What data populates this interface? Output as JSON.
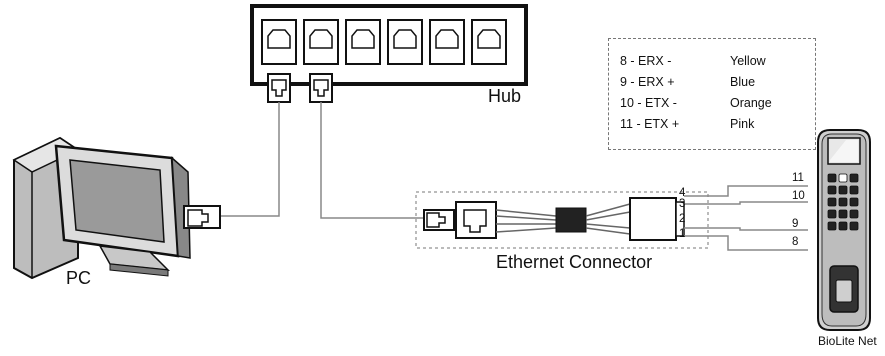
{
  "labels": {
    "hub": "Hub",
    "pc": "PC",
    "ethernet_connector": "Ethernet Connector",
    "device": "BioLite Net"
  },
  "pin_legend": [
    {
      "pin": "8 - ERX -",
      "color": "Yellow"
    },
    {
      "pin": "9 - ERX +",
      "color": "Blue"
    },
    {
      "pin": "10 - ETX -",
      "color": "Orange"
    },
    {
      "pin": "11 - ETX +",
      "color": "Pink"
    }
  ],
  "connector_wire_numbers": [
    "4",
    "3",
    "2",
    "1"
  ],
  "device_wire_numbers": [
    "11",
    "10",
    "9",
    "8"
  ],
  "hub_port_count": 6
}
